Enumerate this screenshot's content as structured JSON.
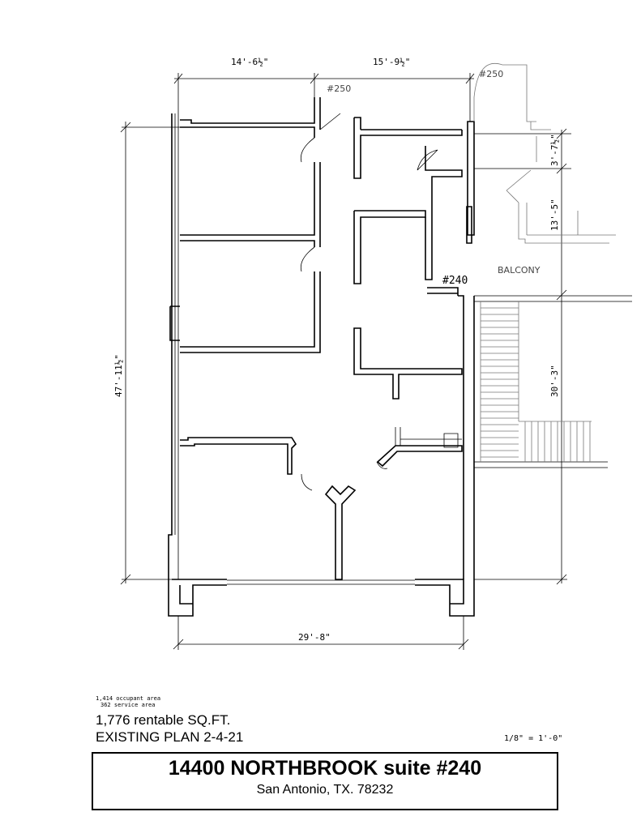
{
  "plan": {
    "dimensions": {
      "top_left": "14'-6½\"",
      "top_right": "15'-9½\"",
      "left_overall": "47'-11½\"",
      "bottom": "29'-8\"",
      "right_upper": "3'-7½\"",
      "right_middle": "13'-5\"",
      "right_lower": "30'-3\""
    },
    "labels": {
      "door_250_a": "#250",
      "door_250_b": "#250",
      "suite_240": "#240",
      "balcony": "BALCONY"
    }
  },
  "notes": {
    "occupant_area": "1,414 occupant area",
    "service_area": "362 service area",
    "rentable": "1,776 rentable SQ.FT.",
    "plan_date": "EXISTING PLAN 2-4-21",
    "scale": "1/8\" = 1'-0\""
  },
  "title_block": {
    "title": "14400 NORTHBROOK suite #240",
    "address": "San Antonio, TX. 78232"
  }
}
